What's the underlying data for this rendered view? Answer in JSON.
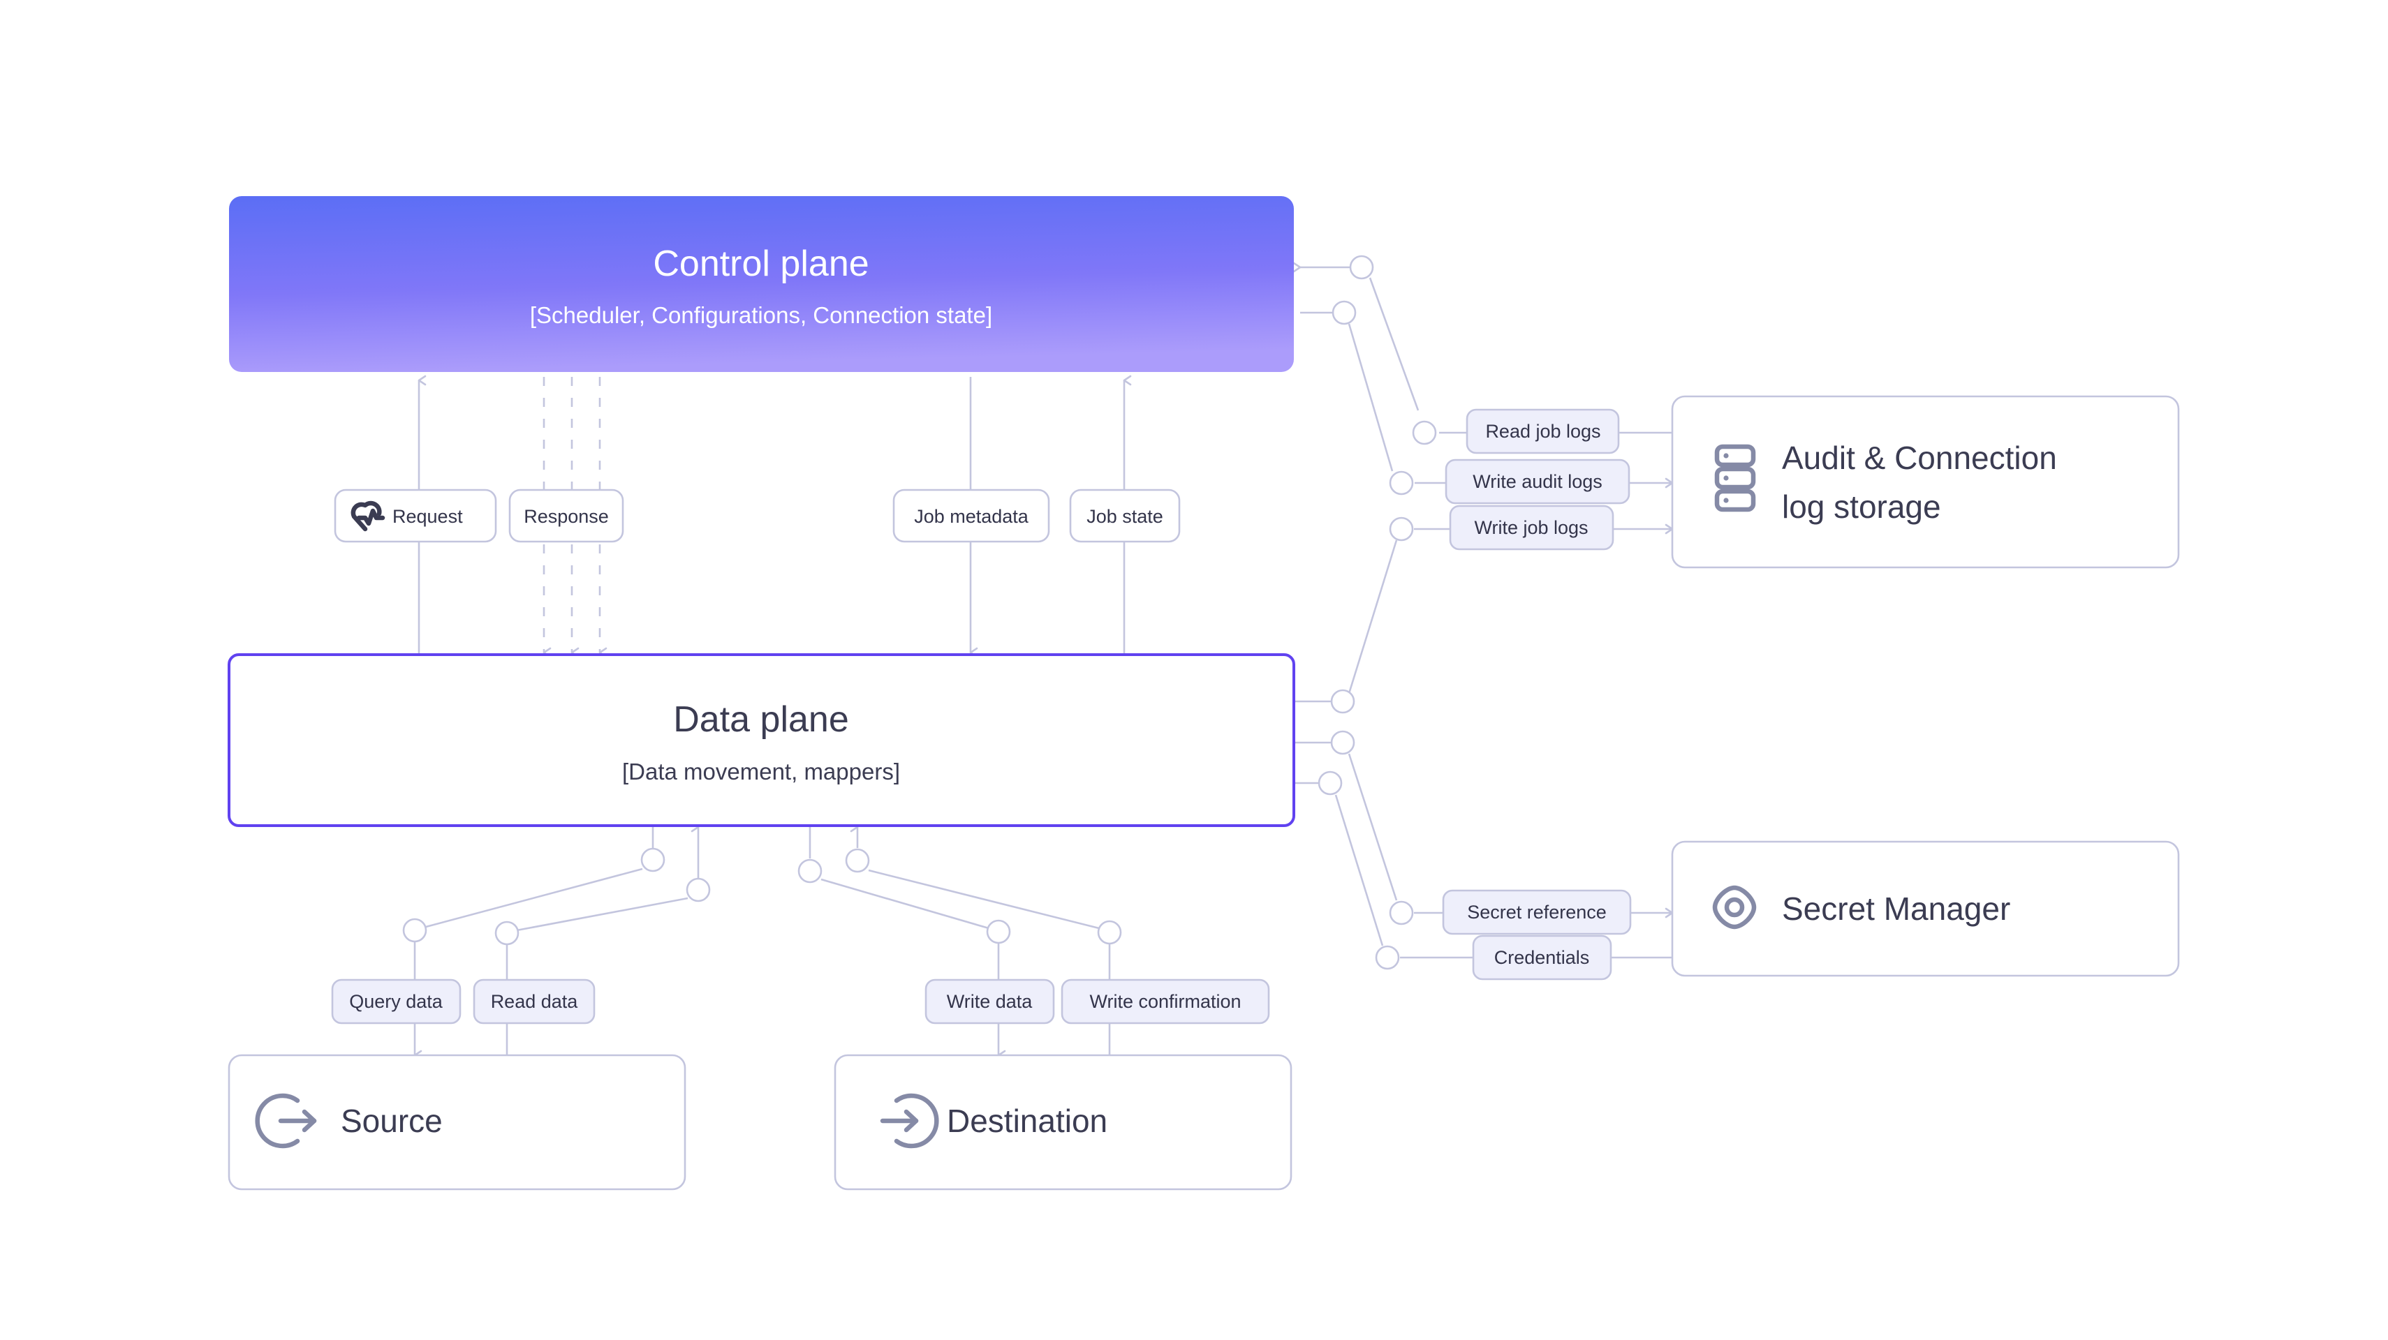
{
  "diagram": {
    "title": "Control plane / Data plane architecture",
    "background": "#ffffff",
    "colors": {
      "control_plane_gradient_top": "#5b6ef5",
      "control_plane_gradient_bottom": "#ab9cfb",
      "data_plane_border": "#6042f0",
      "edge_stroke": "#c3c5de",
      "chip_tint_fill": "#eeeffb",
      "card_fill": "#ffffff",
      "text_dark": "#3b3c52",
      "icon_muted": "#858aa6"
    }
  },
  "nodes": {
    "control_plane": {
      "title": "Control plane",
      "subtitle": "[Scheduler, Configurations, Connection state]"
    },
    "data_plane": {
      "title": "Data plane",
      "subtitle": "[Data movement, mappers]"
    },
    "source": {
      "title": "Source",
      "icon": "arrow-out-of-circle-icon"
    },
    "destination": {
      "title": "Destination",
      "icon": "arrow-into-circle-icon"
    },
    "audit_log_storage": {
      "title_line1": "Audit & Connection",
      "title_line2": "log storage",
      "icon": "database-server-icon"
    },
    "secret_manager": {
      "title": "Secret Manager",
      "icon": "eye-target-icon"
    }
  },
  "edge_labels": {
    "request": {
      "text": "Request",
      "icon": "heartbeat-pulse-icon",
      "style": "plain",
      "direction": "up"
    },
    "response": {
      "text": "Response",
      "style": "plain",
      "direction": "down",
      "line": "dashed-triple"
    },
    "job_metadata": {
      "text": "Job metadata",
      "style": "plain",
      "direction": "down"
    },
    "job_state": {
      "text": "Job state",
      "style": "plain",
      "direction": "up"
    },
    "read_job_logs": {
      "text": "Read job logs",
      "style": "tint",
      "direction": "from-storage"
    },
    "write_audit_logs": {
      "text": "Write audit logs",
      "style": "tint",
      "direction": "to-storage"
    },
    "write_job_logs": {
      "text": "Write job logs",
      "style": "tint",
      "direction": "to-storage"
    },
    "secret_reference": {
      "text": "Secret reference",
      "style": "tint",
      "direction": "to-secret-manager"
    },
    "credentials": {
      "text": "Credentials",
      "style": "tint",
      "direction": "from-secret-manager"
    },
    "query_data": {
      "text": "Query data",
      "style": "tint",
      "direction": "to-source"
    },
    "read_data": {
      "text": "Read data",
      "style": "tint",
      "direction": "from-source"
    },
    "write_data": {
      "text": "Write data",
      "style": "tint",
      "direction": "to-destination"
    },
    "write_confirmation": {
      "text": "Write confirmation",
      "style": "tint",
      "direction": "from-destination"
    }
  }
}
